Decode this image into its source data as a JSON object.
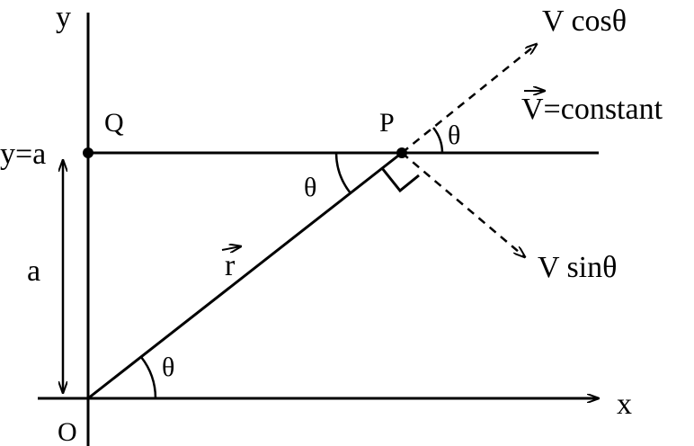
{
  "labels": {
    "y_axis": "y",
    "x_axis": "x",
    "origin": "O",
    "point_q": "Q",
    "point_p": "P",
    "line_y_eq_a": "y=a",
    "distance_a": "a",
    "vector_r": "r",
    "velocity_constant": "V=constant",
    "v_cos": "V cosθ",
    "v_sin": "V sinθ",
    "theta_origin": "θ",
    "theta_p_inner": "θ",
    "theta_p_outer": "θ"
  },
  "colors": {
    "stroke": "#000000",
    "background": "#ffffff"
  }
}
